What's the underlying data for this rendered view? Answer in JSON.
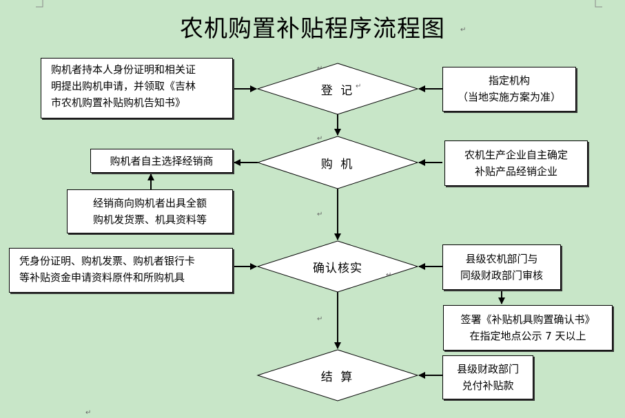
{
  "title": "农机购置补贴程序流程图",
  "steps": {
    "register": "登 记",
    "purchase": "购 机",
    "confirm": "确认核实",
    "settle": "结 算"
  },
  "left_boxes": {
    "apply": [
      "购机者持本人身份证明和相关证",
      "明提出购机申请，并领取《吉林",
      "市农机购置补贴购机告知书》"
    ],
    "select": "购机者自主选择经销商",
    "invoice": [
      "经销商向购机者出具全额",
      "购机发货票、机具资料等"
    ],
    "materials": [
      "凭身份证明、购机发票、购机者银行卡",
      "等补贴资金申请资料原件和所购机具"
    ]
  },
  "right_boxes": {
    "agency": [
      "指定机构",
      "（当地实施方案为准）"
    ],
    "enterprise": [
      "农机生产企业自主确定",
      "补贴产品经销企业"
    ],
    "audit": [
      "县级农机部门与",
      "同级财政部门审核"
    ],
    "sign": [
      "签署《补贴机具购置确认书》",
      "在指定地点公示 7 天以上"
    ],
    "pay": [
      "县级财政部门",
      "兑付补贴款"
    ]
  }
}
